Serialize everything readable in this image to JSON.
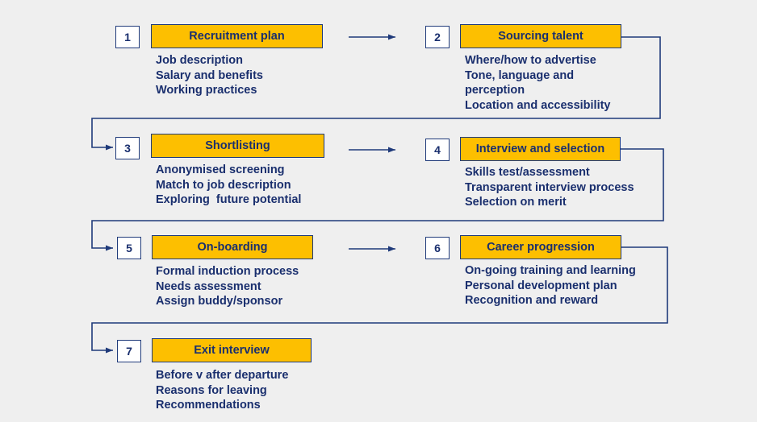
{
  "colors": {
    "background": "#efefef",
    "title_fill": "#fdbf00",
    "border": "#1f3a7a",
    "text": "#1a2f6e"
  },
  "steps": [
    {
      "number": "1",
      "title": "Recruitment plan",
      "items": [
        "Job description",
        "Salary and benefits",
        "Working practices"
      ]
    },
    {
      "number": "2",
      "title": "Sourcing talent",
      "items": [
        "Where/how to advertise",
        "Tone, language and perception",
        "Location and accessibility"
      ]
    },
    {
      "number": "3",
      "title": "Shortlisting",
      "items": [
        "Anonymised screening",
        "Match to job description",
        "Exploring  future potential"
      ]
    },
    {
      "number": "4",
      "title": "Interview and selection",
      "items": [
        "Skills test/assessment",
        "Transparent interview process",
        "Selection on merit"
      ]
    },
    {
      "number": "5",
      "title": "On-boarding",
      "items": [
        "Formal induction process",
        "Needs assessment",
        "Assign buddy/sponsor"
      ]
    },
    {
      "number": "6",
      "title": "Career progression",
      "items": [
        "On-going training and learning",
        "Personal development plan",
        "Recognition and reward"
      ]
    },
    {
      "number": "7",
      "title": "Exit interview",
      "items": [
        "Before v after departure",
        "Reasons for leaving",
        "Recommendations"
      ]
    }
  ]
}
